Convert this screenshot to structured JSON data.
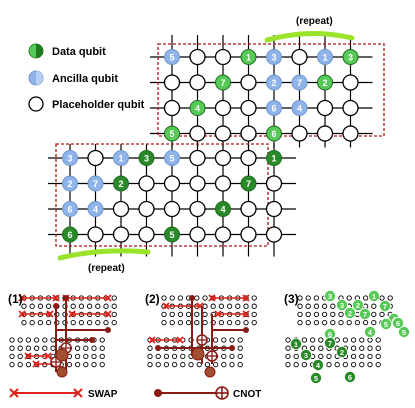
{
  "colors": {
    "data_qubit": "#2a8a2a",
    "data_qubit_light": "#57c957",
    "ancilla_qubit": "#8fb4ea",
    "placeholder": "#ffffff",
    "repeat_line": "#9be22a",
    "swap": "#e0201a",
    "cnot": "#8a1a14",
    "region_border": "#b01818"
  },
  "legend": {
    "data": "Data qubit",
    "ancilla": "Ancilla qubit",
    "placeholder": "Placeholder qubit"
  },
  "repeat_top": "(repeat)",
  "repeat_bottom": "(repeat)",
  "panel_labels": [
    "(1)",
    "(2)",
    "(3)"
  ],
  "bottom_legend": {
    "swap": "SWAP",
    "cnot": "CNOT"
  },
  "top_grid_qubits": [
    {
      "row": 0,
      "col": 0,
      "type": "ancilla",
      "label": "5"
    },
    {
      "row": 0,
      "col": 3,
      "type": "data",
      "label": "1"
    },
    {
      "row": 0,
      "col": 4,
      "type": "ancilla",
      "label": "3"
    },
    {
      "row": 0,
      "col": 6,
      "type": "ancilla",
      "label": "1"
    },
    {
      "row": 0,
      "col": 7,
      "type": "data",
      "label": "3"
    },
    {
      "row": 1,
      "col": 2,
      "type": "data",
      "label": "7"
    },
    {
      "row": 1,
      "col": 4,
      "type": "ancilla",
      "label": "2"
    },
    {
      "row": 1,
      "col": 5,
      "type": "ancilla",
      "label": "7"
    },
    {
      "row": 1,
      "col": 6,
      "type": "data",
      "label": "2"
    },
    {
      "row": 2,
      "col": 1,
      "type": "data",
      "label": "4"
    },
    {
      "row": 2,
      "col": 4,
      "type": "ancilla",
      "label": "6"
    },
    {
      "row": 2,
      "col": 5,
      "type": "ancilla",
      "label": "4"
    },
    {
      "row": 3,
      "col": 0,
      "type": "data",
      "label": "5"
    },
    {
      "row": 3,
      "col": 4,
      "type": "data",
      "label": "6"
    }
  ],
  "bottom_grid_qubits": [
    {
      "row": 0,
      "col": 0,
      "type": "ancilla",
      "label": "3"
    },
    {
      "row": 0,
      "col": 2,
      "type": "ancilla",
      "label": "1"
    },
    {
      "row": 0,
      "col": 3,
      "type": "datadark",
      "label": "3"
    },
    {
      "row": 0,
      "col": 4,
      "type": "ancilla",
      "label": "5"
    },
    {
      "row": 0,
      "col": 8,
      "type": "datadark",
      "label": "1"
    },
    {
      "row": 1,
      "col": 0,
      "type": "ancilla",
      "label": "2"
    },
    {
      "row": 1,
      "col": 1,
      "type": "ancilla",
      "label": "7"
    },
    {
      "row": 1,
      "col": 2,
      "type": "datadark",
      "label": "2"
    },
    {
      "row": 1,
      "col": 7,
      "type": "datadark",
      "label": "7"
    },
    {
      "row": 2,
      "col": 0,
      "type": "ancilla",
      "label": "6"
    },
    {
      "row": 2,
      "col": 1,
      "type": "ancilla",
      "label": "4"
    },
    {
      "row": 2,
      "col": 6,
      "type": "datadark",
      "label": "4"
    },
    {
      "row": 3,
      "col": 0,
      "type": "datadark",
      "label": "6"
    },
    {
      "row": 3,
      "col": 4,
      "type": "datadark",
      "label": "5"
    }
  ],
  "panel3_light": [
    {
      "label": "3"
    },
    {
      "label": "1"
    },
    {
      "label": "3"
    },
    {
      "label": "2"
    },
    {
      "label": "7"
    },
    {
      "label": "2"
    },
    {
      "label": "7"
    },
    {
      "label": "4"
    },
    {
      "label": "6"
    },
    {
      "label": "4"
    },
    {
      "label": "5"
    },
    {
      "label": "5"
    },
    {
      "label": "6"
    }
  ],
  "panel3_dark": [
    {
      "label": "1"
    },
    {
      "label": "3"
    },
    {
      "label": "7"
    },
    {
      "label": "2"
    },
    {
      "label": "4"
    },
    {
      "label": "5"
    },
    {
      "label": "6"
    }
  ]
}
